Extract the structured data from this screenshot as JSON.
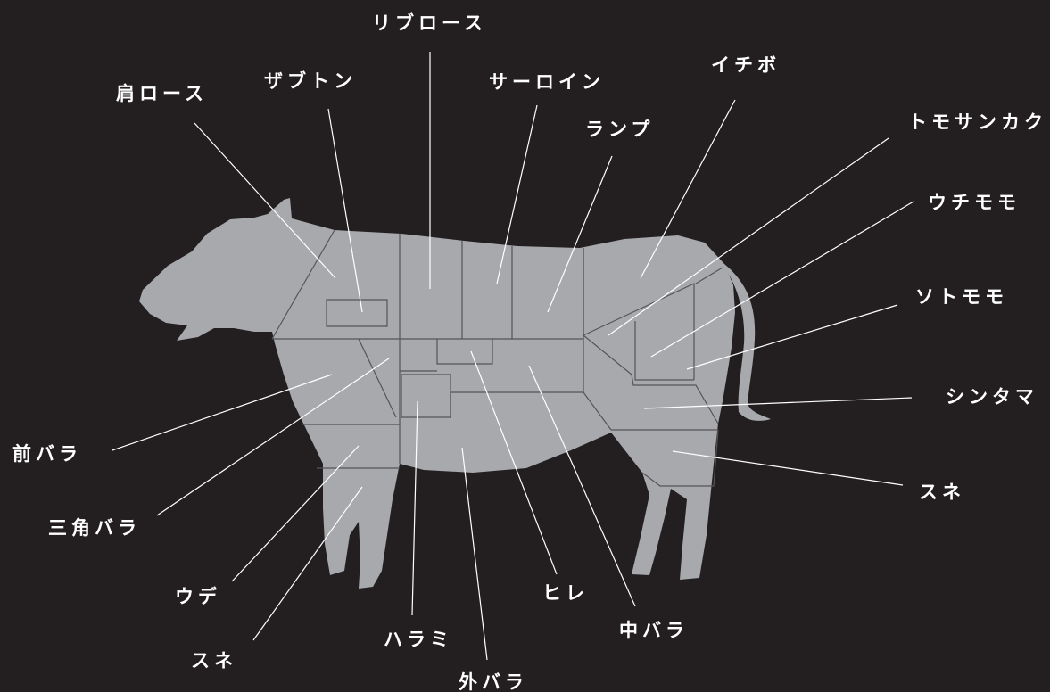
{
  "labels": {
    "katarosu": "肩ロース",
    "zabuton": "ザブトン",
    "riburosu": "リブロース",
    "sarloin": "サーロイン",
    "ramp": "ランプ",
    "ichibo": "イチボ",
    "tomosankaku": "トモサンカク",
    "uchimomo": "ウチモモ",
    "sotomomo": "ソトモモ",
    "shintama": "シンタマ",
    "sune_hind": "スネ",
    "maebara": "前バラ",
    "sankakubara": "三角バラ",
    "ude": "ウデ",
    "sune_front": "スネ",
    "harami": "ハラミ",
    "sotobara": "外バラ",
    "hire": "ヒレ",
    "nakabara": "中バラ"
  }
}
